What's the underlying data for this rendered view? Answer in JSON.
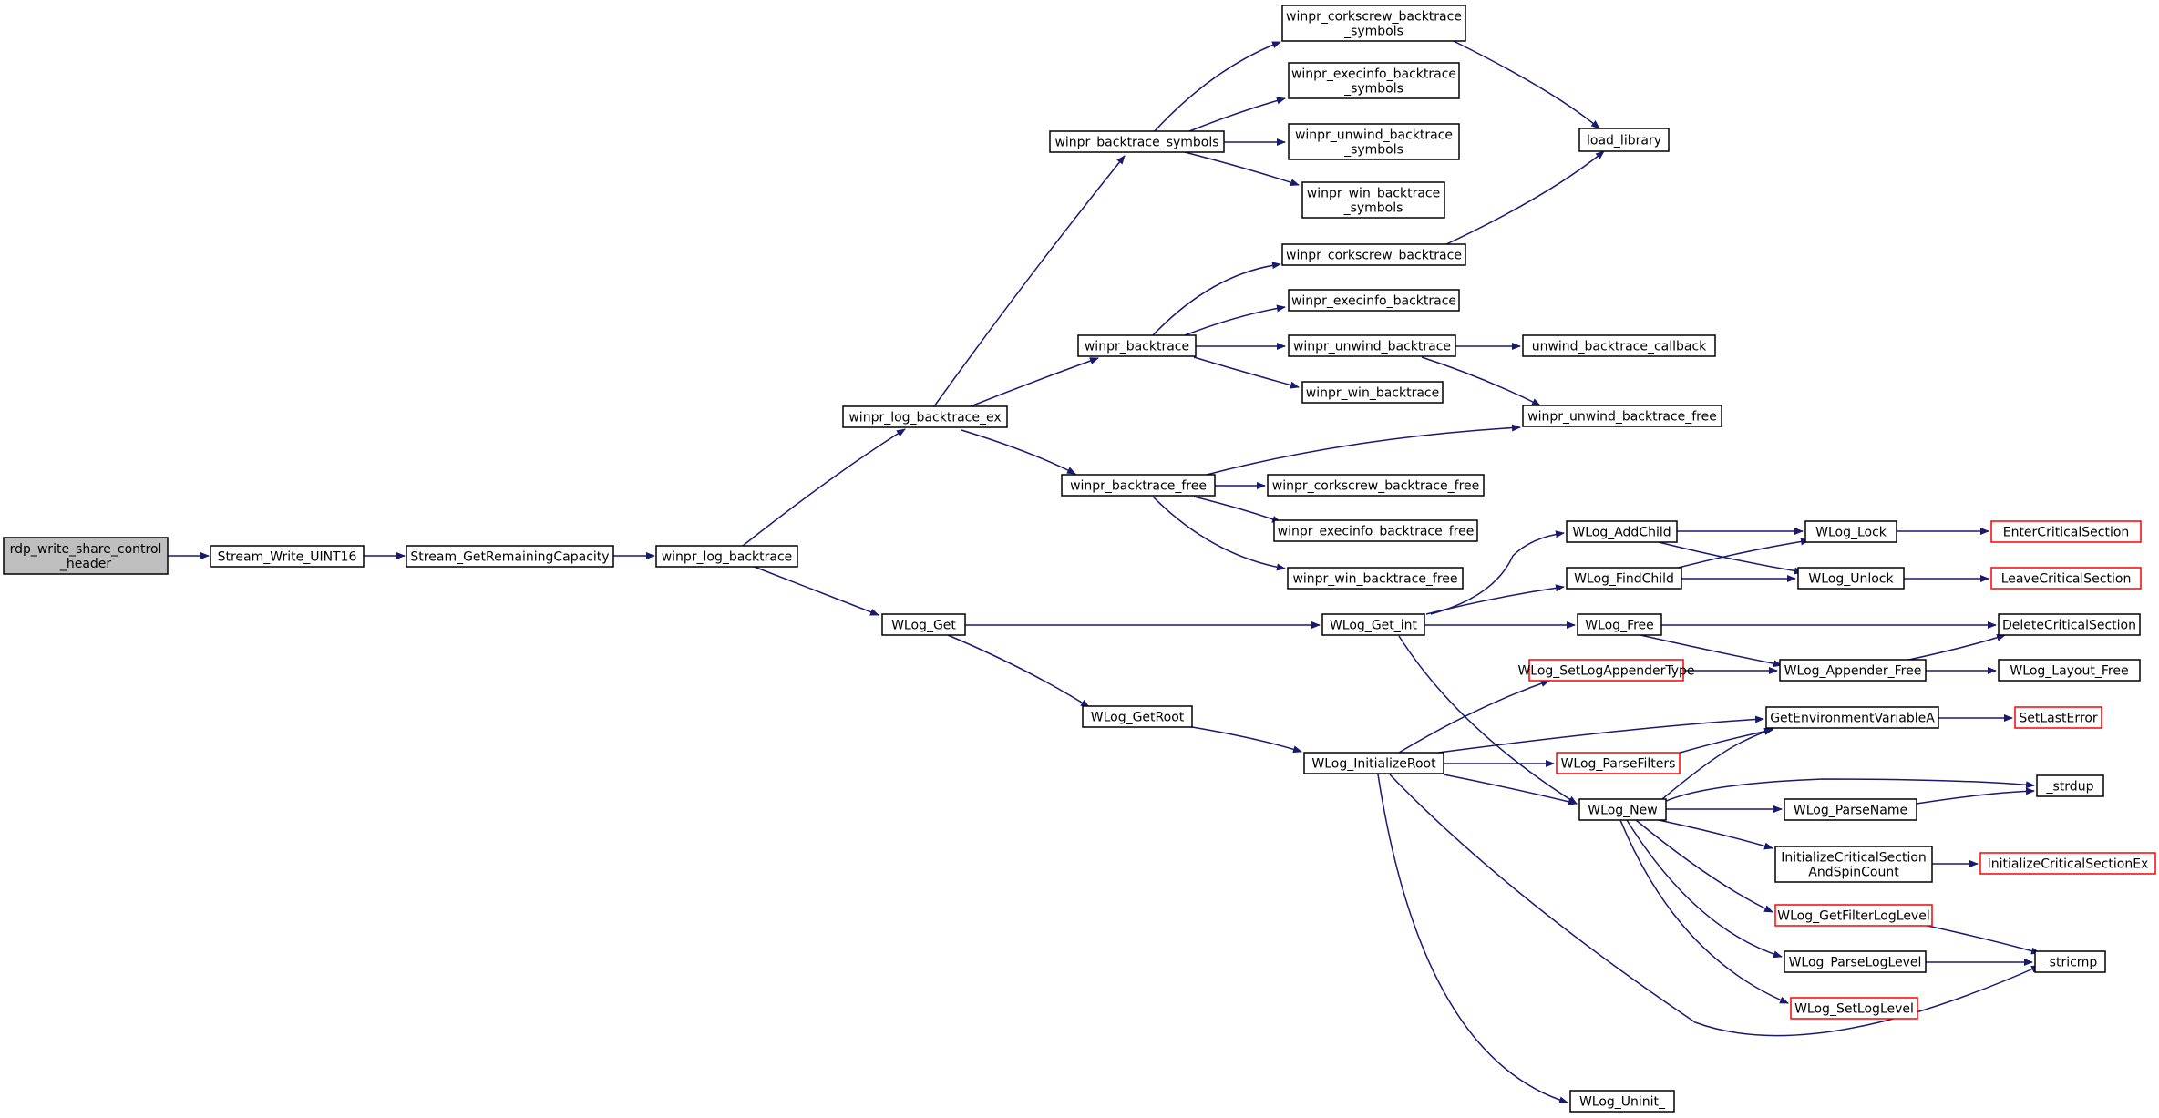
{
  "colors": {
    "edge": "#191970",
    "node_border": "#000000",
    "truncated_border": "#ff0000",
    "root_fill": "#bfbfbf",
    "node_fill": "#ffffff"
  },
  "nodes": {
    "n_root": {
      "lines": [
        "rdp_write_share_control",
        "_header"
      ],
      "style": "root"
    },
    "n_sw": {
      "lines": [
        "Stream_Write_UINT16"
      ]
    },
    "n_sgrc": {
      "lines": [
        "Stream_GetRemainingCapacity"
      ]
    },
    "n_wlb": {
      "lines": [
        "winpr_log_backtrace"
      ]
    },
    "n_wlbex": {
      "lines": [
        "winpr_log_backtrace_ex"
      ]
    },
    "n_wget": {
      "lines": [
        "WLog_Get"
      ]
    },
    "n_wbs": {
      "lines": [
        "winpr_backtrace_symbols"
      ]
    },
    "n_wb": {
      "lines": [
        "winpr_backtrace"
      ]
    },
    "n_wbf": {
      "lines": [
        "winpr_backtrace_free"
      ]
    },
    "n_wgetroot": {
      "lines": [
        "WLog_GetRoot"
      ]
    },
    "n_wcbs": {
      "lines": [
        "winpr_corkscrew_backtrace",
        "_symbols"
      ]
    },
    "n_webs": {
      "lines": [
        "winpr_execinfo_backtrace",
        "_symbols"
      ]
    },
    "n_wubs": {
      "lines": [
        "winpr_unwind_backtrace",
        "_symbols"
      ]
    },
    "n_wwbs": {
      "lines": [
        "winpr_win_backtrace",
        "_symbols"
      ]
    },
    "n_ll": {
      "lines": [
        "load_library"
      ]
    },
    "n_wcb": {
      "lines": [
        "winpr_corkscrew_backtrace"
      ]
    },
    "n_web": {
      "lines": [
        "winpr_execinfo_backtrace"
      ]
    },
    "n_wub": {
      "lines": [
        "winpr_unwind_backtrace"
      ]
    },
    "n_wwb": {
      "lines": [
        "winpr_win_backtrace"
      ]
    },
    "n_ubc": {
      "lines": [
        "unwind_backtrace_callback"
      ]
    },
    "n_wubf": {
      "lines": [
        "winpr_unwind_backtrace_free"
      ]
    },
    "n_wcbf": {
      "lines": [
        "winpr_corkscrew_backtrace_free"
      ]
    },
    "n_webf": {
      "lines": [
        "winpr_execinfo_backtrace_free"
      ]
    },
    "n_wwbf": {
      "lines": [
        "winpr_win_backtrace_free"
      ]
    },
    "n_wgetint": {
      "lines": [
        "WLog_Get_int"
      ]
    },
    "n_wadd": {
      "lines": [
        "WLog_AddChild"
      ]
    },
    "n_wfind": {
      "lines": [
        "WLog_FindChild"
      ]
    },
    "n_wfree": {
      "lines": [
        "WLog_Free"
      ]
    },
    "n_wlock": {
      "lines": [
        "WLog_Lock"
      ]
    },
    "n_wunlock": {
      "lines": [
        "WLog_Unlock"
      ]
    },
    "n_ecs": {
      "lines": [
        "EnterCriticalSection"
      ],
      "style": "red"
    },
    "n_lcs": {
      "lines": [
        "LeaveCriticalSection"
      ],
      "style": "red"
    },
    "n_dcs": {
      "lines": [
        "DeleteCriticalSection"
      ]
    },
    "n_wsla": {
      "lines": [
        "WLog_SetLogAppenderType"
      ],
      "style": "red"
    },
    "n_waf": {
      "lines": [
        "WLog_Appender_Free"
      ]
    },
    "n_wlf": {
      "lines": [
        "WLog_Layout_Free"
      ]
    },
    "n_wir": {
      "lines": [
        "WLog_InitializeRoot"
      ]
    },
    "n_gev": {
      "lines": [
        "GetEnvironmentVariableA"
      ]
    },
    "n_sle": {
      "lines": [
        "SetLastError"
      ],
      "style": "red"
    },
    "n_wpf": {
      "lines": [
        "WLog_ParseFilters"
      ],
      "style": "red"
    },
    "n_strdup": {
      "lines": [
        "_strdup"
      ]
    },
    "n_wnew": {
      "lines": [
        "WLog_New"
      ]
    },
    "n_wpn": {
      "lines": [
        "WLog_ParseName"
      ]
    },
    "n_icsasc": {
      "lines": [
        "InitializeCriticalSection",
        "AndSpinCount"
      ]
    },
    "n_icsex": {
      "lines": [
        "InitializeCriticalSectionEx"
      ],
      "style": "red"
    },
    "n_wgfl": {
      "lines": [
        "WLog_GetFilterLogLevel"
      ],
      "style": "red"
    },
    "n_stricmp": {
      "lines": [
        "_stricmp"
      ]
    },
    "n_wpll": {
      "lines": [
        "WLog_ParseLogLevel"
      ]
    },
    "n_wsll": {
      "lines": [
        "WLog_SetLogLevel"
      ],
      "style": "red"
    },
    "n_wuninit": {
      "lines": [
        "WLog_Uninit_"
      ]
    }
  }
}
